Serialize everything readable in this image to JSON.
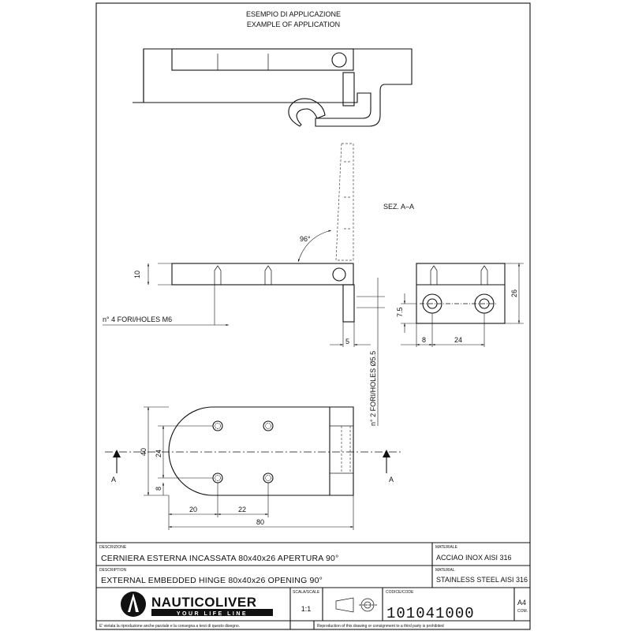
{
  "header": {
    "title_it": "ESEMPIO DI APPLICAZIONE",
    "title_en": "EXAMPLE OF APPLICATION"
  },
  "section": {
    "label": "SEZ. A–A"
  },
  "dimensions": {
    "angle": "96°",
    "d10": "10",
    "holes_m6": "n° 4 FORI/HOLES M6",
    "holes_55": "n° 2 FORI/HOLES Ø5.5",
    "d5": "5",
    "d26": "26",
    "d75": "7.5",
    "d8a": "8",
    "d24a": "24",
    "d40": "40",
    "d24b": "24",
    "d8b": "8",
    "d20": "20",
    "d22": "22",
    "d80": "80",
    "section_mark": "A"
  },
  "title_block": {
    "desc_label_1": "DESCRIZIONE",
    "desc_it": "CERNIERA ESTERNA INCASSATA 80x40x26 APERTURA 90°",
    "desc_label_2": "DESCRIPTION",
    "desc_en": "EXTERNAL EMBEDDED HINGE 80x40x26 OPENING 90°",
    "mat_label_1": "MATERIALE",
    "mat_it": "ACCIAO INOX AISI 316",
    "mat_label_2": "MATERIAL",
    "mat_en": "STAINLESS STEEL AISI 316",
    "brand": "NAUTICOLIVER",
    "tagline": "YOUR LIFE LINE",
    "scale_label": "SCALA/SCALE",
    "scale": "1:1",
    "code_label": "CODICE/CODE",
    "code": "101041000",
    "format": "A4",
    "format_sub": "COM.",
    "footer_it": "E' vietata la riproduzione anche parziale e la consegna a terzi di questo disegno.",
    "footer_en": "Reproduction of this drawing or consignment to a third party is prohibited"
  }
}
